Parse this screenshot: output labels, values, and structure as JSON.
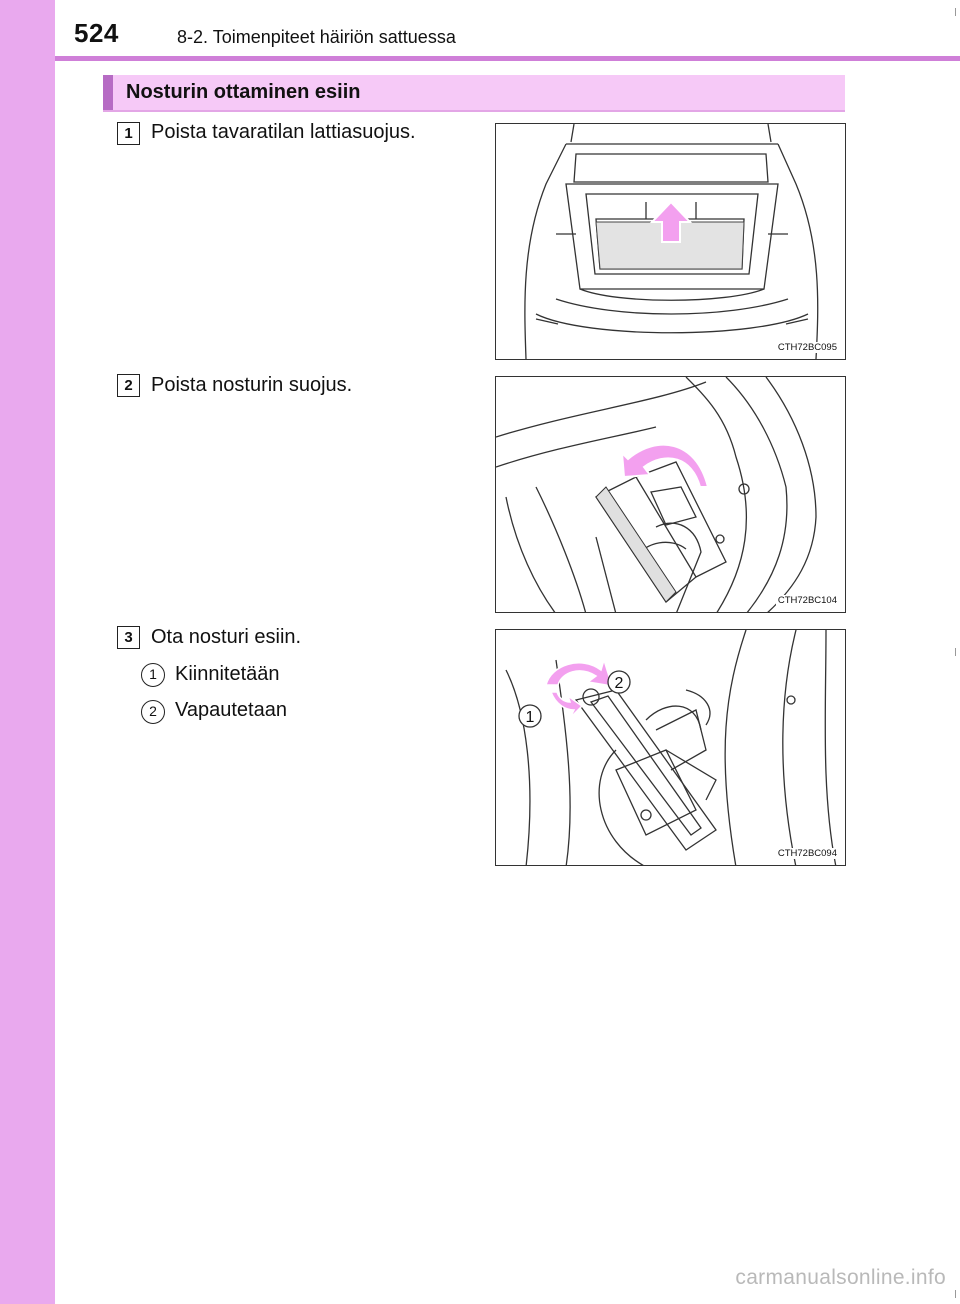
{
  "header": {
    "page_number": "524",
    "section_title": "8-2. Toimenpiteet häiriön sattuessa"
  },
  "heading": {
    "title": "Nosturin ottaminen esiin"
  },
  "steps": [
    {
      "number": "1",
      "text": "Poista tavaratilan lattiasuojus.",
      "figure_code": "CTH72BC095"
    },
    {
      "number": "2",
      "text": "Poista nosturin suojus.",
      "figure_code": "CTH72BC104"
    },
    {
      "number": "3",
      "text": "Ota nosturi esiin.",
      "figure_code": "CTH72BC094",
      "sub_items": [
        {
          "number": "1",
          "text": "Kiinnitetään"
        },
        {
          "number": "2",
          "text": "Vapautetaan"
        }
      ],
      "callouts": [
        "1",
        "2"
      ]
    }
  ],
  "colors": {
    "sidebar": "#e9a9ee",
    "heading_bg": "#f6c9f7",
    "heading_accent": "#b66bc4",
    "arrow": "#f3a0ef"
  },
  "watermark": "carmanualsonline.info"
}
